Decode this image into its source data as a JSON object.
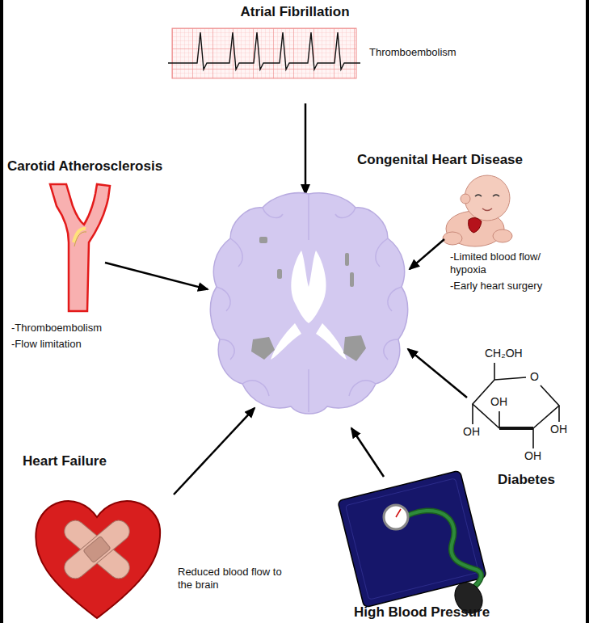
{
  "diagram": {
    "nodes": [
      {
        "text": [
          "Atrial Fibrillation",
          "Thromboembolism"
        ]
      },
      {
        "text": [
          "Congenital Heart Disease",
          "-Limited blood flow/ hypoxia",
          "-Early heart surgery"
        ]
      },
      {
        "text": [
          "Carotid Atherosclerosis",
          "-Thromboembolism",
          "-Flow limitation"
        ]
      },
      {
        "text": []
      },
      {
        "text": [
          "Diabetes"
        ]
      },
      {
        "text": [
          "Heart Failure",
          "Reduced blood flow to the brain"
        ]
      },
      {
        "text": [
          "High Blood Pressure"
        ]
      }
    ],
    "edges": [
      {
        "from": 0,
        "to": 3,
        "arrow": "to"
      },
      {
        "from": 1,
        "to": 3,
        "arrow": "to"
      },
      {
        "from": 2,
        "to": 3,
        "arrow": "to"
      },
      {
        "from": 4,
        "to": 3,
        "arrow": "to"
      },
      {
        "from": 5,
        "to": 3,
        "arrow": "to"
      },
      {
        "from": 6,
        "to": 3,
        "arrow": "to"
      }
    ],
    "labels": [
      "CH₂OH",
      "O",
      "OH",
      "OH",
      "OH",
      "OH"
    ]
  }
}
